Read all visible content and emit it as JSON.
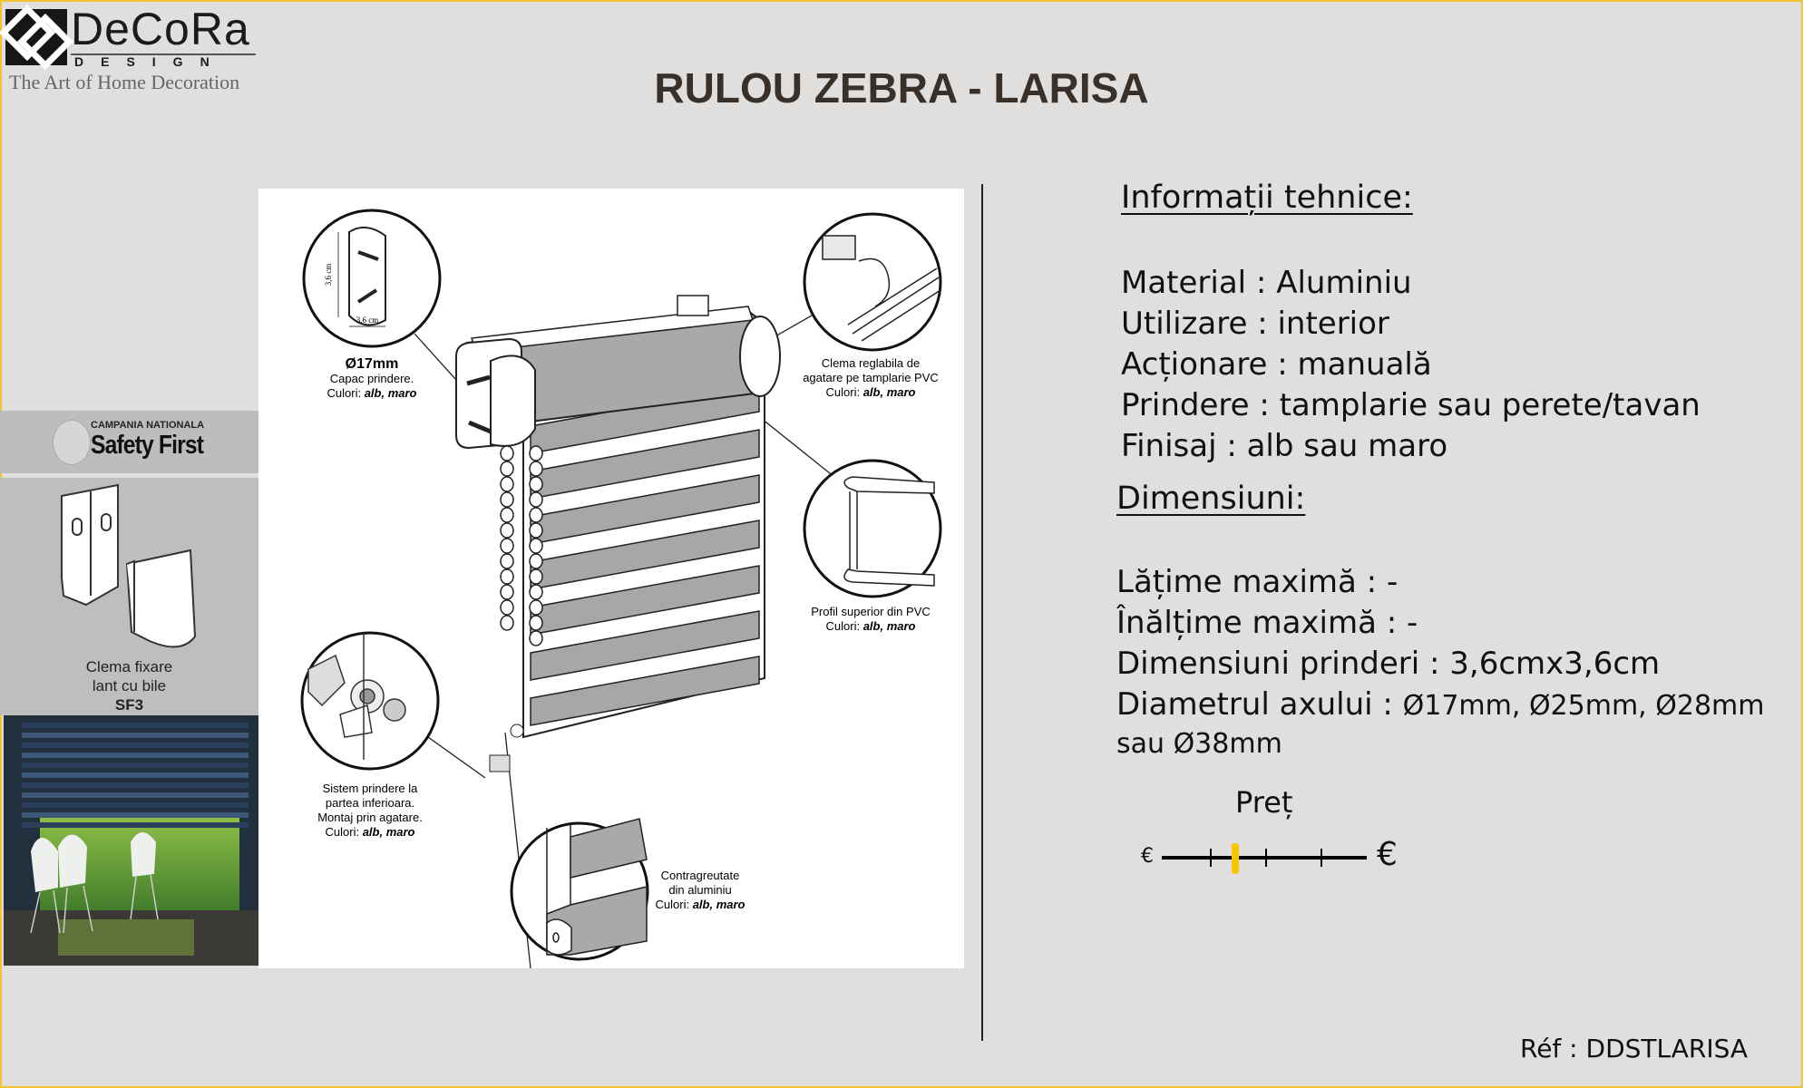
{
  "logo": {
    "name": "DeCoRa",
    "sub": "DESIGN",
    "tagline": "The Art of Home Decoration"
  },
  "title": "RULOU ZEBRA - LARISA",
  "diagram": {
    "cap": {
      "size": "Ø17mm",
      "name": "Capac prindere.",
      "dim_h": "3,6 cm",
      "dim_w": "3,6 cm"
    },
    "clip": {
      "line1": "Clema reglabila de",
      "line2": "agatare pe tamplarie PVC"
    },
    "profile": {
      "line1": "Profil superior din PVC"
    },
    "bottom_fix": {
      "line1": "Sistem prindere la",
      "line2": "partea inferioara.",
      "line3": "Montaj prin agatare."
    },
    "weight": {
      "line1": "Contragreutate",
      "line2": "din aluminiu"
    },
    "colors_label": "Culori:",
    "colors_value": "alb, maro"
  },
  "left_strip": {
    "campaign": "CAMPANIA NATIONALA",
    "safety": "Safety First",
    "clema_line1": "Clema fixare",
    "clema_line2": "lant cu bile",
    "clema_code": "SF3"
  },
  "tech": {
    "heading": "Informații tehnice:",
    "lines": [
      "Material : Aluminiu",
      "Utilizare : interior",
      "Acționare : manuală",
      "Prindere : tamplarie sau perete/tavan",
      "Finisaj : alb sau maro"
    ]
  },
  "dims": {
    "heading": "Dimensiuni:",
    "width": "Lățime maximă : -",
    "height": "Înălțime maximă : -",
    "mount": "Dimensiuni prinderi : 3,6cmx3,6cm",
    "axle_label": "Diametrul axului : ",
    "axle_values": "Ø17mm, Ø25mm, Ø28mm",
    "axle_more": "sau Ø38mm"
  },
  "price": {
    "label": "Preț",
    "low_symbol": "€",
    "high_symbol": "€",
    "level": 0.36,
    "ticks": [
      0.24,
      0.51,
      0.78
    ],
    "marker_color": "#f7c600"
  },
  "ref": "Réf : DDSTLARISA"
}
